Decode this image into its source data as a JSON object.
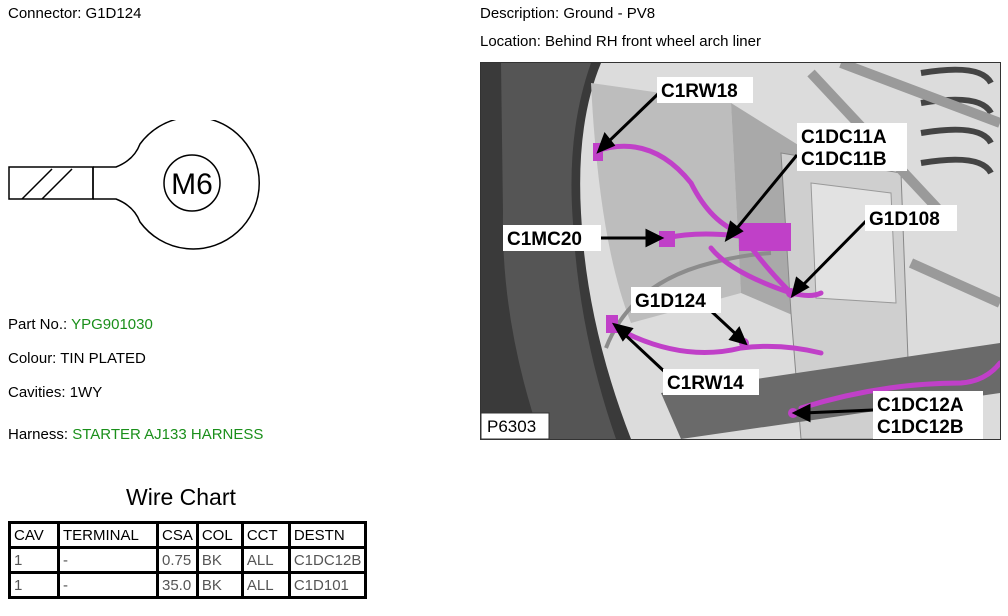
{
  "header": {
    "connector_label": "Connector: G1D124",
    "description_label": "Description: Ground - PV8",
    "location_label": "Location: Behind RH front wheel arch liner"
  },
  "lug_drawing": {
    "stud_text": "M6"
  },
  "details": {
    "part_no_label": "Part No.:",
    "part_no_value": "YPG901030",
    "colour_label": "Colour:",
    "colour_value": "TIN PLATED",
    "cavities_label": "Cavities:",
    "cavities_value": "1WY",
    "harness_label": "Harness:",
    "harness_value": "STARTER AJ133 HARNESS",
    "value_color": "#1a8f1a"
  },
  "wire_chart": {
    "title": "Wire Chart",
    "columns": [
      "CAV",
      "TERMINAL",
      "CSA",
      "COL",
      "CCT",
      "DESTN"
    ],
    "rows": [
      [
        "1",
        "-",
        "0.75",
        "BK",
        "ALL",
        "C1DC12B"
      ],
      [
        "1",
        "-",
        "35.0",
        "BK",
        "ALL",
        "C1D101"
      ]
    ]
  },
  "photo": {
    "picture_number": "P6303",
    "callouts": {
      "c1rw18": "C1RW18",
      "c1dc11a": "C1DC11A",
      "c1dc11b": "C1DC11B",
      "g1d108": "G1D108",
      "c1mc20": "C1MC20",
      "g1d124": "G1D124",
      "c1rw14": "C1RW14",
      "c1dc12a": "C1DC12A",
      "c1dc12b": "C1DC12B"
    },
    "highlight_color": "#c040c8"
  }
}
